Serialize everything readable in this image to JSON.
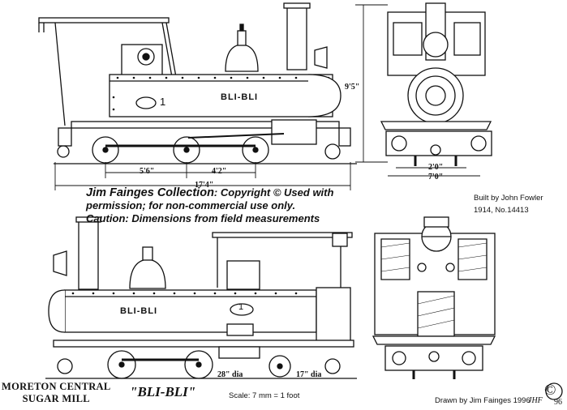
{
  "collection": {
    "line1_name": "Jim Fainges Collection",
    "line1_rest": ": Copyright © Used with",
    "line2": "permission; for non-commercial use only.",
    "line3": "Caution: Dimensions from field measurements"
  },
  "builder": {
    "line1": "Built by John Fowler",
    "line2": "1914, No.14413"
  },
  "mill": {
    "line1": "MORETON CENTRAL",
    "line2": "SUGAR MILL"
  },
  "loco_name": "\"BLI-BLI\"",
  "body_name_top": "BLI-BLI",
  "body_name_bottom": "BLI-BLI",
  "plate_number": "1",
  "scale": "Scale: 7 mm = 1 foot",
  "drawn_by": "Drawn by Jim Fainges  1996",
  "signature": "JHF",
  "copyright_mark": "©",
  "copyright_year": "96",
  "dimensions": {
    "wheelbase_front": "5'6\"",
    "wheelbase_rear": "4'2\"",
    "overall_length": "17'4\"",
    "height": "9'5\"",
    "gauge": "2'0\"",
    "overall_width": "7'0\"",
    "driver_dia": "28\" dia",
    "trailing_dia": "17\" dia"
  }
}
